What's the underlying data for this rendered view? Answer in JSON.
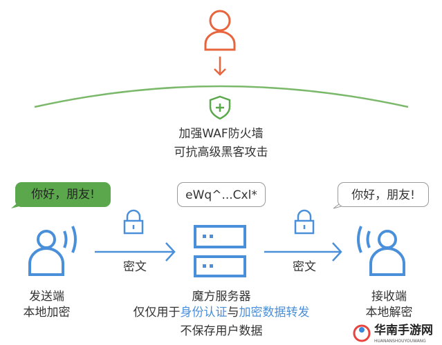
{
  "colors": {
    "orange": "#e8643c",
    "green": "#5ba84c",
    "blue": "#4a8fd9",
    "arc": "#7ab86a"
  },
  "firewall": {
    "line1": "加强WAF防火墙",
    "line2": "可抗高级黑客攻击"
  },
  "bubbles": {
    "left": "你好，朋友!",
    "middle": "eWq^...Cxl*",
    "right": "你好，朋友!"
  },
  "arrows": {
    "left_label": "密文",
    "right_label": "密文"
  },
  "sender": {
    "line1": "发送端",
    "line2": "本地加密"
  },
  "server": {
    "line1": "魔方服务器",
    "line2_a": "仅仅用于",
    "line2_b": "身份认证",
    "line2_c": "与",
    "line2_d": "加密数据转发",
    "line3": "不保存用户数据"
  },
  "receiver": {
    "line1": "接收端",
    "line2": "本地解密"
  },
  "watermark": {
    "text": "华南手游网",
    "sub": "HUANANSHOUYOUWANG"
  }
}
